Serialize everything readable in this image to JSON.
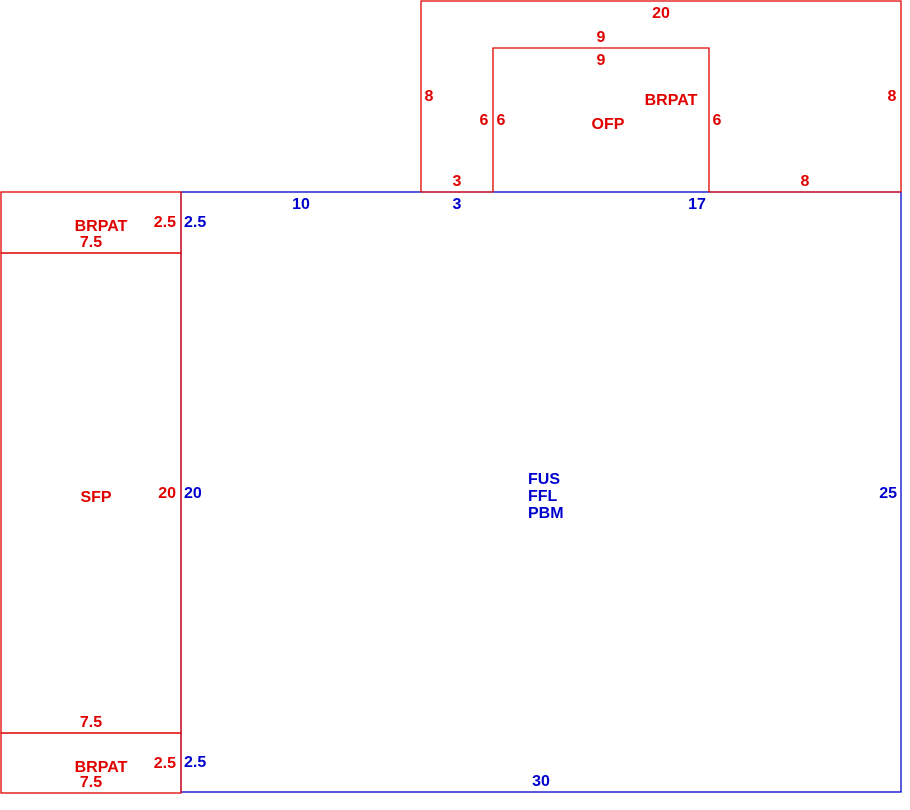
{
  "colors": {
    "accent_red": "#e00000",
    "accent_blue": "#0000cc"
  },
  "main_room": {
    "labels": [
      "FUS",
      "FFL",
      "PBM"
    ],
    "dim_top_left": "10",
    "dim_top_mid": "3",
    "dim_top_right": "17",
    "dim_left": "20",
    "dim_left_top": "2.5",
    "dim_left_bottom": "2.5",
    "dim_right": "25",
    "dim_bottom": "30"
  },
  "top_brpat": {
    "label": "BRPAT",
    "dim_top": "20",
    "dim_left": "8",
    "dim_right": "8",
    "dim_bottom_left": "3",
    "dim_bottom_right": "8"
  },
  "ofp": {
    "label": "OFP",
    "dim_top_outer": "9",
    "dim_top_inner": "9",
    "dim_left_outer": "6",
    "dim_left_inner": "6",
    "dim_right": "6"
  },
  "left_top_brpat": {
    "label": "BRPAT",
    "dim_right": "2.5",
    "dim_bottom": "7.5"
  },
  "sfp": {
    "label": "SFP",
    "dim_right": "20",
    "dim_bottom": "7.5"
  },
  "left_bottom_brpat": {
    "label": "BRPAT",
    "dim_right": "2.5",
    "dim_bottom": "7.5"
  }
}
